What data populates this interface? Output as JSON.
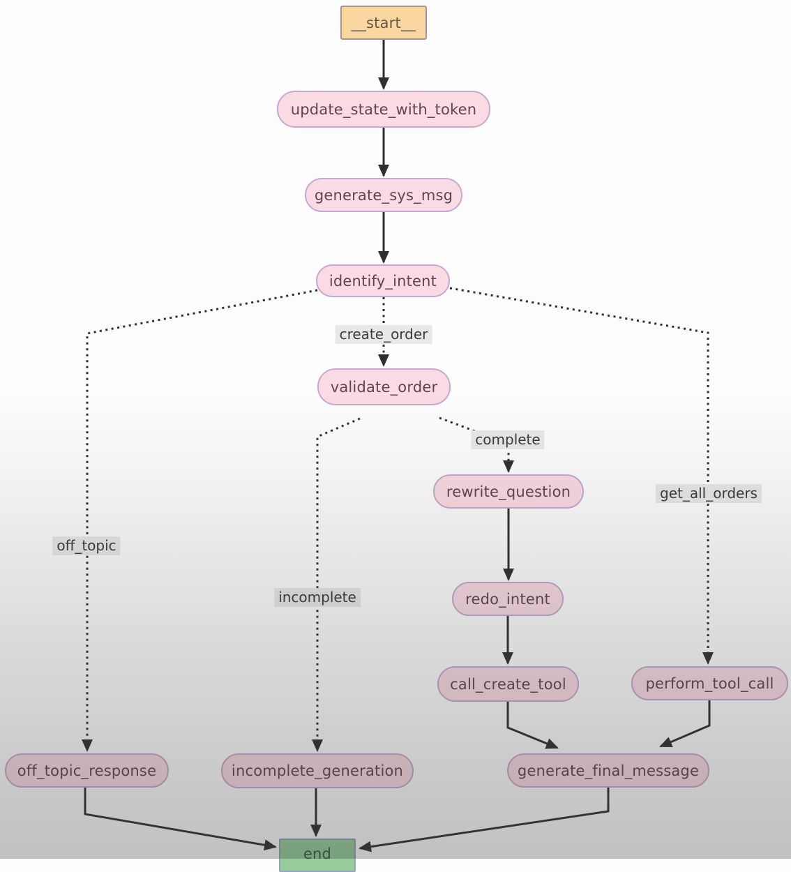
{
  "diagram": {
    "type": "flowchart",
    "direction": "top-down",
    "description": "LangGraph order-agent state graph"
  },
  "nodes": {
    "start": {
      "label": "__start__",
      "shape": "rectangle",
      "fill": "#fad7a1"
    },
    "update_state_with_token": {
      "label": "update_state_with_token",
      "shape": "pill",
      "fill": "#fadae3"
    },
    "generate_sys_msg": {
      "label": "generate_sys_msg",
      "shape": "pill",
      "fill": "#fadae3"
    },
    "identify_intent": {
      "label": "identify_intent",
      "shape": "pill",
      "fill": "#fadae3"
    },
    "validate_order": {
      "label": "validate_order",
      "shape": "pill",
      "fill": "#fadae3"
    },
    "rewrite_question": {
      "label": "rewrite_question",
      "shape": "pill",
      "fill": "#fadae3"
    },
    "redo_intent": {
      "label": "redo_intent",
      "shape": "pill",
      "fill": "#fadae3"
    },
    "call_create_tool": {
      "label": "call_create_tool",
      "shape": "pill",
      "fill": "#fadae3"
    },
    "perform_tool_call": {
      "label": "perform_tool_call",
      "shape": "pill",
      "fill": "#fadae3"
    },
    "off_topic_response": {
      "label": "off_topic_response",
      "shape": "pill",
      "fill": "#fadae3"
    },
    "incomplete_generation": {
      "label": "incomplete_generation",
      "shape": "pill",
      "fill": "#fadae3"
    },
    "generate_final_message": {
      "label": "generate_final_message",
      "shape": "pill",
      "fill": "#fadae3"
    },
    "end": {
      "label": "end",
      "shape": "rectangle",
      "fill": "#96cd9b"
    }
  },
  "edge_labels": {
    "create_order": "create_order",
    "off_topic": "off_topic",
    "get_all_orders": "get_all_orders",
    "complete": "complete",
    "incomplete": "incomplete"
  },
  "edges": [
    {
      "from": "start",
      "to": "update_state_with_token",
      "style": "solid"
    },
    {
      "from": "update_state_with_token",
      "to": "generate_sys_msg",
      "style": "solid"
    },
    {
      "from": "generate_sys_msg",
      "to": "identify_intent",
      "style": "solid"
    },
    {
      "from": "identify_intent",
      "to": "validate_order",
      "style": "dotted",
      "label": "create_order"
    },
    {
      "from": "identify_intent",
      "to": "off_topic_response",
      "style": "dotted",
      "label": "off_topic"
    },
    {
      "from": "identify_intent",
      "to": "perform_tool_call",
      "style": "dotted",
      "label": "get_all_orders"
    },
    {
      "from": "validate_order",
      "to": "rewrite_question",
      "style": "dotted",
      "label": "complete"
    },
    {
      "from": "validate_order",
      "to": "incomplete_generation",
      "style": "dotted",
      "label": "incomplete"
    },
    {
      "from": "rewrite_question",
      "to": "redo_intent",
      "style": "solid"
    },
    {
      "from": "redo_intent",
      "to": "call_create_tool",
      "style": "solid"
    },
    {
      "from": "call_create_tool",
      "to": "generate_final_message",
      "style": "solid"
    },
    {
      "from": "perform_tool_call",
      "to": "generate_final_message",
      "style": "solid"
    },
    {
      "from": "off_topic_response",
      "to": "end",
      "style": "solid"
    },
    {
      "from": "incomplete_generation",
      "to": "end",
      "style": "solid"
    },
    {
      "from": "generate_final_message",
      "to": "end",
      "style": "solid"
    }
  ],
  "colors": {
    "node_pill_fill": "#fadae3",
    "node_pill_border": "#c4a9d1",
    "node_pill_text": "#5e4554",
    "start_fill": "#fad7a1",
    "end_fill": "#96cd9b",
    "edge_stroke": "#2f2f2f",
    "edge_label_bg": "#e8e8e8",
    "background_top": "#fdfdfd",
    "background_bottom": "#b7b7b7"
  }
}
